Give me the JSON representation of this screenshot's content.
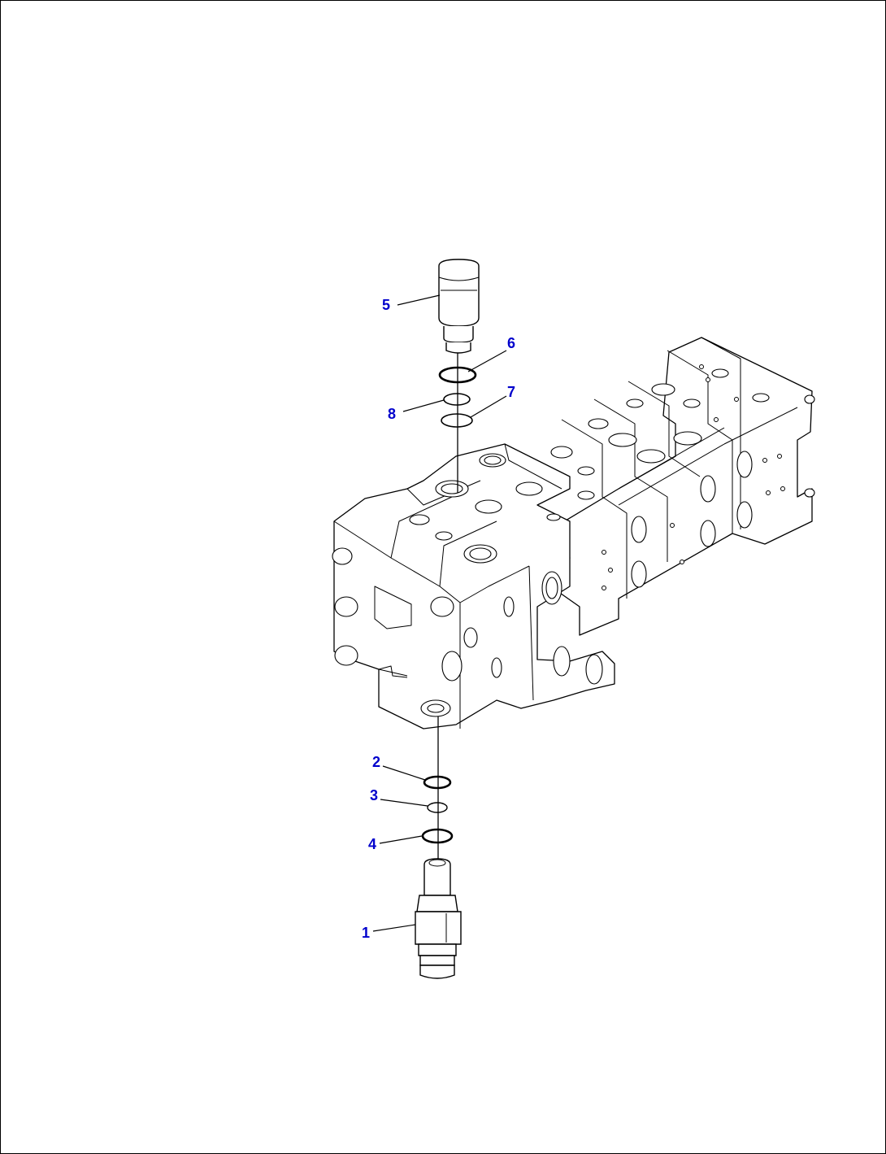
{
  "diagram": {
    "label_color": "#0000cc",
    "line_color": "#000000",
    "callouts": [
      {
        "id": "5",
        "text": "5"
      },
      {
        "id": "6",
        "text": "6"
      },
      {
        "id": "8",
        "text": "8"
      },
      {
        "id": "7",
        "text": "7"
      },
      {
        "id": "2",
        "text": "2"
      },
      {
        "id": "3",
        "text": "3"
      },
      {
        "id": "4",
        "text": "4"
      },
      {
        "id": "1",
        "text": "1"
      }
    ],
    "parts": [
      {
        "name": "valve-cap",
        "callout": "5"
      },
      {
        "name": "o-ring",
        "callout": "6"
      },
      {
        "name": "backup-ring",
        "callout": "8"
      },
      {
        "name": "o-ring",
        "callout": "7"
      },
      {
        "name": "o-ring",
        "callout": "2"
      },
      {
        "name": "backup-ring",
        "callout": "3"
      },
      {
        "name": "o-ring",
        "callout": "4"
      },
      {
        "name": "relief-valve",
        "callout": "1"
      },
      {
        "name": "control-valve-body",
        "callout": ""
      }
    ]
  }
}
